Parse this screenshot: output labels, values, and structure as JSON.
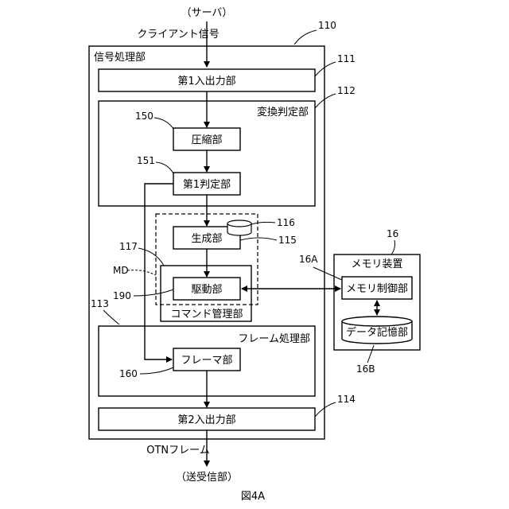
{
  "top_source": "（サーバ）",
  "client_signal": "クライアント信号",
  "signal_processing_unit": {
    "label": "信号処理部",
    "ref": "110"
  },
  "first_io": {
    "label": "第1入出力部",
    "ref": "111"
  },
  "conversion_judge": {
    "label": "変換判定部",
    "ref": "112"
  },
  "compression": {
    "label": "圧縮部",
    "ref": "150"
  },
  "first_judge": {
    "label": "第1判定部",
    "ref": "151"
  },
  "generation": {
    "label": "生成部",
    "ref": "115"
  },
  "storage_small_ref": "116",
  "command_mgmt": {
    "label": "コマンド管理部",
    "ref": "117",
    "md": "MD"
  },
  "drive": {
    "label": "駆動部",
    "ref": "190"
  },
  "frame_processing": {
    "label": "フレーム処理部",
    "ref": "113"
  },
  "framer": {
    "label": "フレーマ部",
    "ref": "160"
  },
  "second_io": {
    "label": "第2入出力部",
    "ref": "114"
  },
  "otn_frame": "OTNフレーム",
  "bottom_dest": "（送受信部）",
  "memory_device": {
    "label": "メモリ装置",
    "ref": "16"
  },
  "memory_control": {
    "label": "メモリ制御部",
    "ref": "16A"
  },
  "data_storage": {
    "label": "データ記憶部",
    "ref": "16B"
  },
  "figure_caption": "図4A"
}
